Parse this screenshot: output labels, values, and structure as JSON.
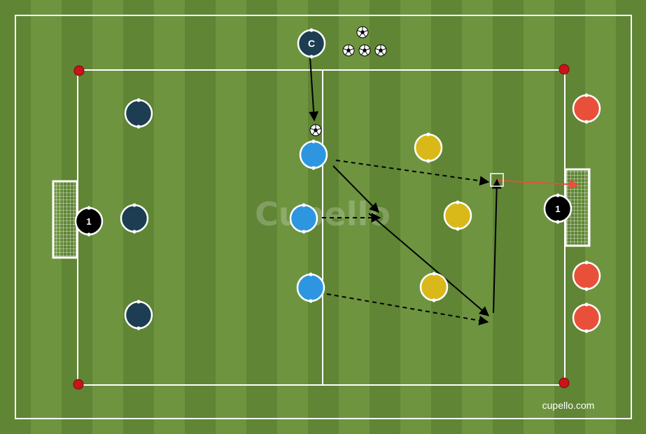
{
  "diagram": {
    "watermark": "Cupello",
    "brand": "cupello.com",
    "colors": {
      "grass_light": "#6e9440",
      "grass_dark": "#5f8535",
      "lines": "#ffffff",
      "cone": "#c8141a",
      "coach": "#1d3d52",
      "dark_team": "#1d3d52",
      "blue_team": "#2e96e0",
      "yellow_team": "#d9b81a",
      "red_team": "#e8503a",
      "goalkeeper": "#000000",
      "run_arrow": "#000000",
      "shot_arrow": "#e8503a"
    },
    "coach": {
      "label": "C"
    },
    "goalkeepers": [
      {
        "label": "1",
        "side": "left"
      },
      {
        "label": "1",
        "side": "right"
      }
    ],
    "team_counts": {
      "dark": 3,
      "blue": 3,
      "yellow": 3,
      "red": 3
    },
    "balls_near_coach": 4
  }
}
